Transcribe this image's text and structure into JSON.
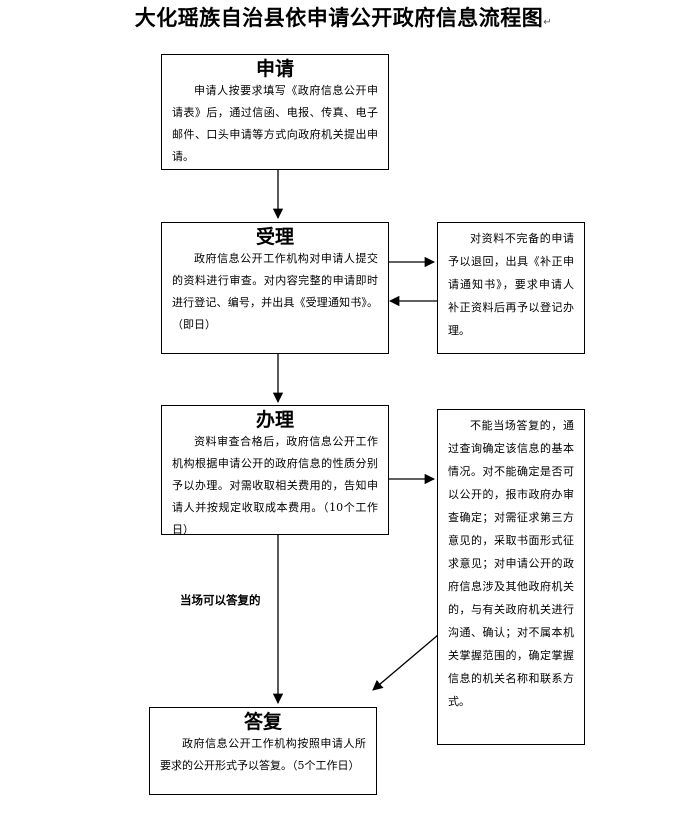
{
  "title": "大化瑶族自治县依申请公开政府信息流程图",
  "title_mark": "↵",
  "apply": {
    "head": "申请",
    "body": "申请人按要求填写《政府信息公开申请表》后，通过信函、电报、传真、电子邮件、口头申请等方式向政府机关提出申请。"
  },
  "accept": {
    "head": "受理",
    "body": "政府信息公开工作机构对申请人提交的资料进行审查。对内容完整的申请即时进行登记、编号，并出具《受理通知书》。（即日）"
  },
  "incomplete": {
    "body": "对资料不完备的申请予以退回，出具《补正申请通知书》，要求申请人补正资料后再予以登记办理。"
  },
  "process": {
    "head": "办理",
    "body": "资料审查合格后，政府信息公开工作机构根据申请公开的政府信息的性质分别予以办理。对需收取相关费用的，告知申请人并按规定收取成本费用。（10个工作日）"
  },
  "cannot_reply": {
    "body": "不能当场答复的，通过查询确定该信息的基本情况。对不能确定是否可以公开的，报市政府办审查确定；对需征求第三方意见的，采取书面形式征求意见；对申请公开的政府信息涉及其他政府机关的，与有关政府机关进行沟通、确认；对不属本机关掌握范围的，确定掌握信息的机关名称和联系方式。"
  },
  "instant_note": "当场可以答复的",
  "reply": {
    "head": "答复",
    "body": "政府信息公开工作机构按照申请人所要求的公开形式予以答复。（5个工作日）"
  }
}
